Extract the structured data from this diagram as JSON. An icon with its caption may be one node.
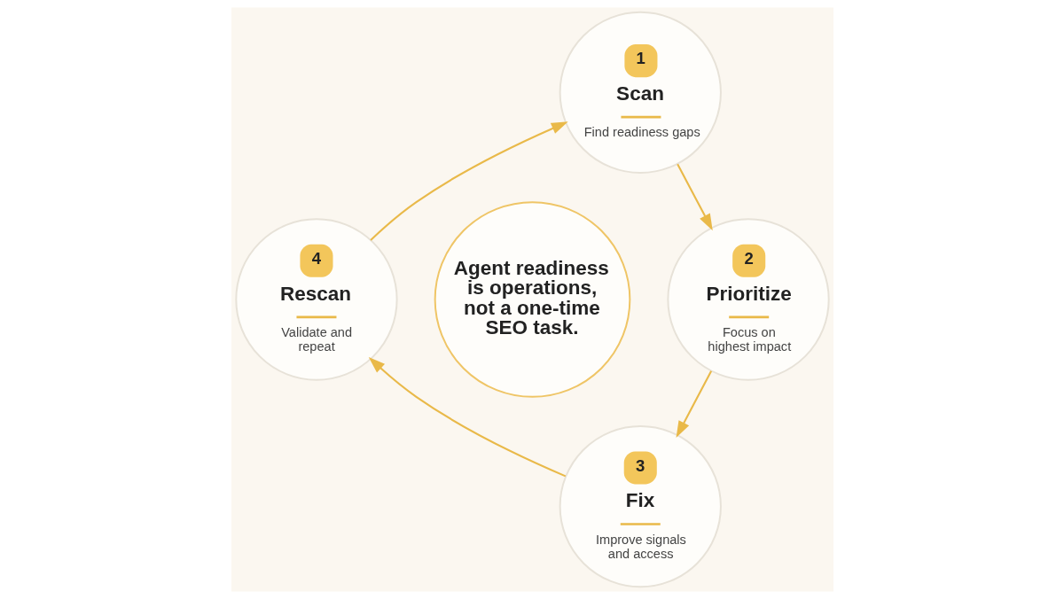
{
  "diagram": {
    "nodes": [
      {
        "text": [
          "1",
          "Scan",
          "Find readiness gaps"
        ]
      },
      {
        "text": [
          "4",
          "Rescan",
          "Validate and repeat"
        ]
      },
      {
        "text": [
          "Agent readiness is operations, not a one-time SEO task."
        ]
      },
      {
        "text": [
          "2",
          "Prioritize",
          "Focus on highest impact"
        ]
      },
      {
        "text": [
          "3",
          "Fix",
          "Improve signals and access"
        ]
      }
    ],
    "edges": [
      {
        "from": 0,
        "to": 3,
        "arrow": "to"
      },
      {
        "from": 3,
        "to": 4,
        "arrow": "to"
      },
      {
        "from": 4,
        "to": 1,
        "arrow": "to"
      },
      {
        "from": 1,
        "to": 0,
        "arrow": "to"
      }
    ]
  }
}
